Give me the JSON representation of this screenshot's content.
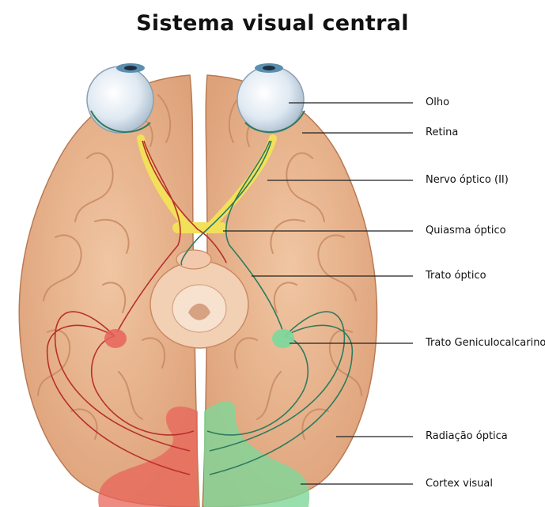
{
  "title": "Sistema visual central",
  "labels": {
    "olho": "Olho",
    "retina": "Retina",
    "nervo_optico": "Nervo óptico (II)",
    "quiasma_optico": "Quiasma óptico",
    "trato_optico": "Trato óptico",
    "trato_geniculocalcarino": "Trato Geniculocalcarino",
    "radiacao_optica": "Radiação óptica",
    "cortex_visual": "Cortex visual"
  },
  "colors": {
    "brain": "#e8b48c",
    "brain_shadow": "#c98a62",
    "optic_nerve": "#f2e05a",
    "left_pathway": "#b8302c",
    "right_pathway": "#2e7b5e",
    "left_cortex": "#e8645a",
    "right_cortex": "#7fd79a",
    "eye": "#dfe9f2"
  }
}
